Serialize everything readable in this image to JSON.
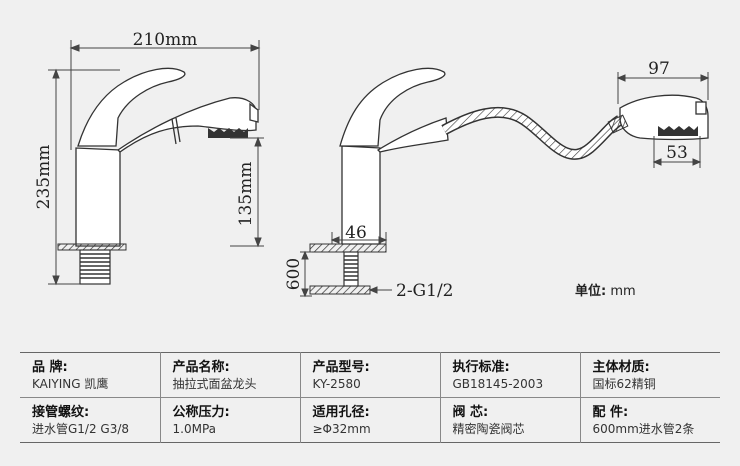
{
  "drawing": {
    "dim_width": "210mm",
    "dim_height": "235mm",
    "dim_spout_height": "135mm",
    "dim_base": "46",
    "dim_base_height": "600",
    "dim_thread": "2-G1/2",
    "dim_head_length": "97",
    "dim_head_width": "53"
  },
  "unit": {
    "label": "单位:",
    "value": "mm"
  },
  "specs": [
    [
      {
        "key": "品    牌:",
        "value": "KAIYING 凯鹰"
      },
      {
        "key": "产品名称:",
        "value": "抽拉式面盆龙头"
      },
      {
        "key": "产品型号:",
        "value": "KY-2580"
      },
      {
        "key": "执行标准:",
        "value": "GB18145-2003"
      },
      {
        "key": "主体材质:",
        "value": "国标62精铜"
      }
    ],
    [
      {
        "key": "接管螺纹:",
        "value": "进水管G1/2  G3/8"
      },
      {
        "key": "公称压力:",
        "value": "1.0MPa"
      },
      {
        "key": "适用孔径:",
        "value": "≥Φ32mm"
      },
      {
        "key": "阀      芯:",
        "value": "精密陶瓷阀芯"
      },
      {
        "key": "配      件:",
        "value": "600mm进水管2条"
      }
    ]
  ]
}
